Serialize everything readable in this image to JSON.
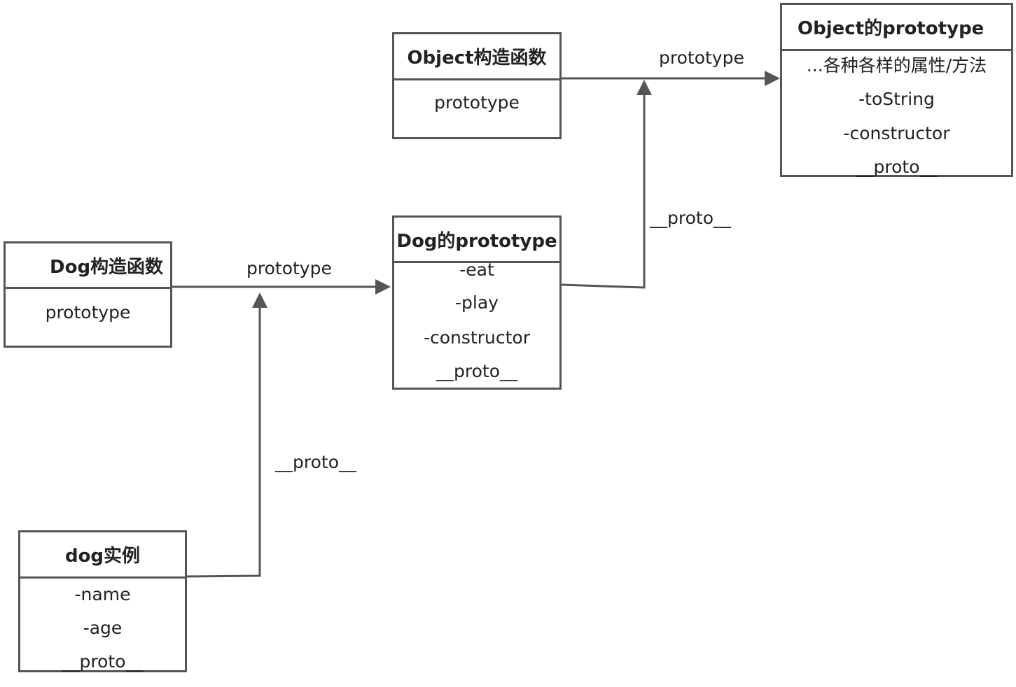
{
  "nodes": {
    "object_constructor": {
      "title": "Object构造函数",
      "rows": [
        "prototype"
      ]
    },
    "object_prototype": {
      "title": "Object的prototype",
      "rows": [
        "...各种各样的属性/方法",
        "-toString",
        "-constructor",
        "__proto__"
      ]
    },
    "dog_prototype": {
      "title": "Dog的prototype",
      "rows": [
        "-eat",
        "-play",
        "-constructor",
        "__proto__"
      ]
    },
    "dog_constructor": {
      "title": "Dog构造函数",
      "rows": [
        "prototype"
      ]
    },
    "dog_instance": {
      "title": "dog实例",
      "rows": [
        "-name",
        "-age",
        "__proto__"
      ]
    }
  },
  "edges": {
    "object_ctor_to_proto": {
      "label": "prototype"
    },
    "dog_proto_to_object_proto": {
      "label": "__proto__"
    },
    "dog_ctor_to_proto": {
      "label": "prototype"
    },
    "dog_instance_to_dog_proto": {
      "label": "__proto__"
    }
  },
  "colors": {
    "stroke": "#555555",
    "text": "#222222",
    "background": "#ffffff"
  }
}
